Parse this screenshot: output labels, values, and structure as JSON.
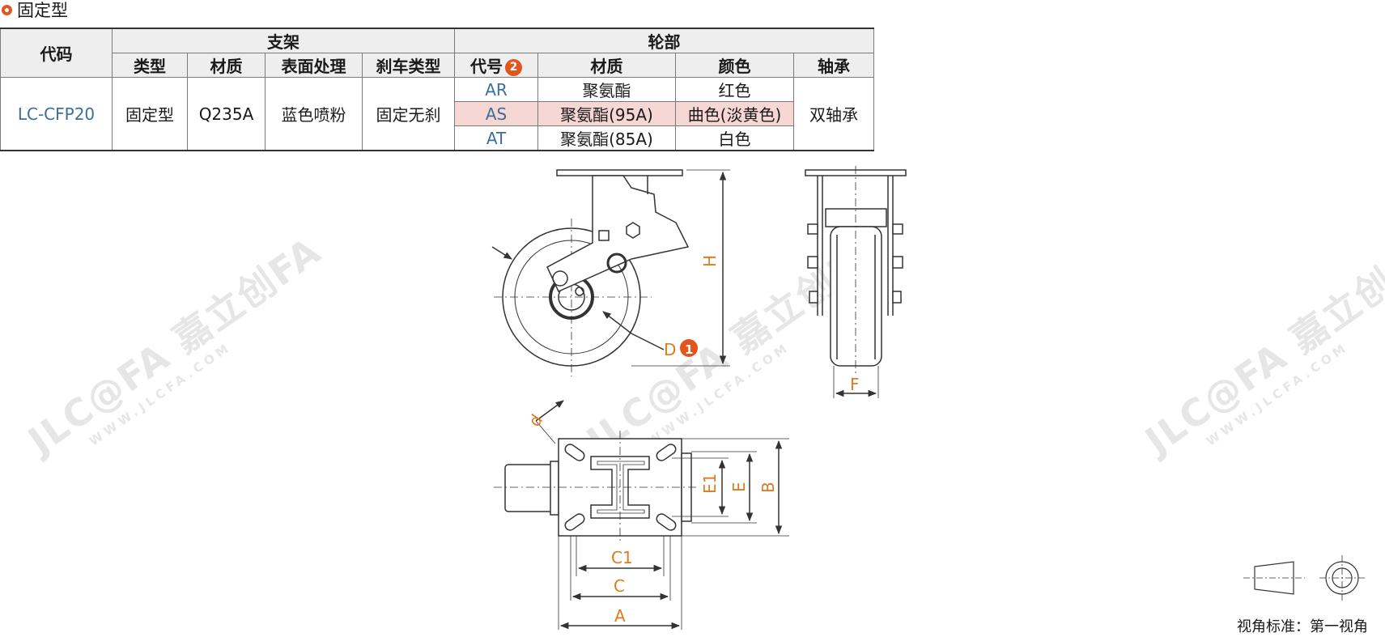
{
  "section": {
    "title": "固定型"
  },
  "table": {
    "h_code": "代码",
    "h_bracket": "支架",
    "h_wheel": "轮部",
    "sub": [
      "类型",
      "材质",
      "表面处理",
      "刹车类型",
      "代号",
      "材质",
      "颜色",
      "轴承"
    ],
    "sub_badge": "2",
    "row": {
      "code": "LC-CFP20",
      "type": "固定型",
      "material": "Q235A",
      "surface": "蓝色喷粉",
      "brake": "固定无刹",
      "bearing": "双轴承",
      "wheels": [
        {
          "code": "AR",
          "material": "聚氨酯",
          "color": "红色",
          "highlight": false
        },
        {
          "code": "AS",
          "material": "聚氨酯(95A)",
          "color": "曲色(淡黄色)",
          "highlight": true
        },
        {
          "code": "AT",
          "material": "聚氨酯(85A)",
          "color": "白色",
          "highlight": false
        }
      ]
    }
  },
  "dims": {
    "H": "H",
    "D": "D",
    "D_badge": "1",
    "F": "F",
    "d": "d",
    "E1": "E1",
    "E": "E",
    "B": "B",
    "C1": "C1",
    "C": "C",
    "A": "A"
  },
  "watermark": {
    "logo": "JLC@FA",
    "name": "嘉立创FA",
    "url": "WWW.JLCFA.COM"
  },
  "view": {
    "label": "视角标准：第一视角"
  },
  "colors": {
    "accent": "#e2551d",
    "code_blue": "#3a6f9c",
    "dim_orange": "#e07a1f",
    "highlight_row": "#f6d7d4"
  }
}
